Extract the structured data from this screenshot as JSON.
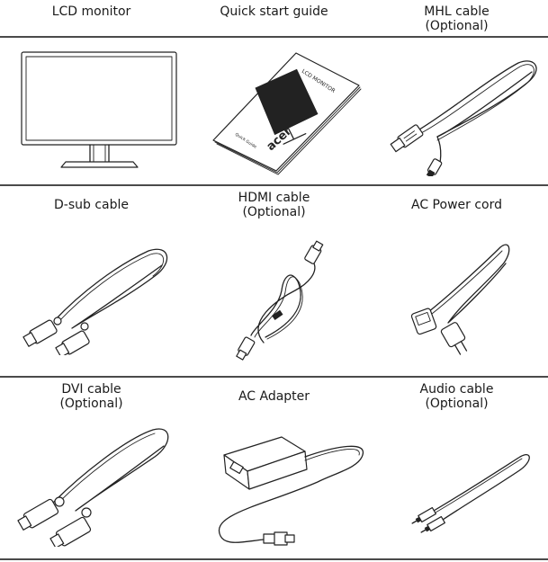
{
  "items": [
    {
      "label_lines": [
        "LCD monitor"
      ],
      "icon": "lcd-monitor-icon"
    },
    {
      "label_lines": [
        "Quick start guide"
      ],
      "icon": "quick-start-guide-icon",
      "booklet_title": "LCD MONITOR",
      "brand": "acer",
      "cover_text": "Quick Guide"
    },
    {
      "label_lines": [
        "MHL cable",
        "(Optional)"
      ],
      "icon": "mhl-cable-icon"
    },
    {
      "label_lines": [
        "D-sub cable"
      ],
      "icon": "d-sub-cable-icon"
    },
    {
      "label_lines": [
        "HDMI cable",
        "(Optional)"
      ],
      "icon": "hdmi-cable-icon"
    },
    {
      "label_lines": [
        "AC Power cord"
      ],
      "icon": "ac-power-cord-icon"
    },
    {
      "label_lines": [
        "DVI cable",
        "(Optional)"
      ],
      "icon": "dvi-cable-icon"
    },
    {
      "label_lines": [
        "AC Adapter"
      ],
      "icon": "ac-adapter-icon"
    },
    {
      "label_lines": [
        "Audio cable",
        "(Optional)"
      ],
      "icon": "audio-cable-icon"
    }
  ]
}
